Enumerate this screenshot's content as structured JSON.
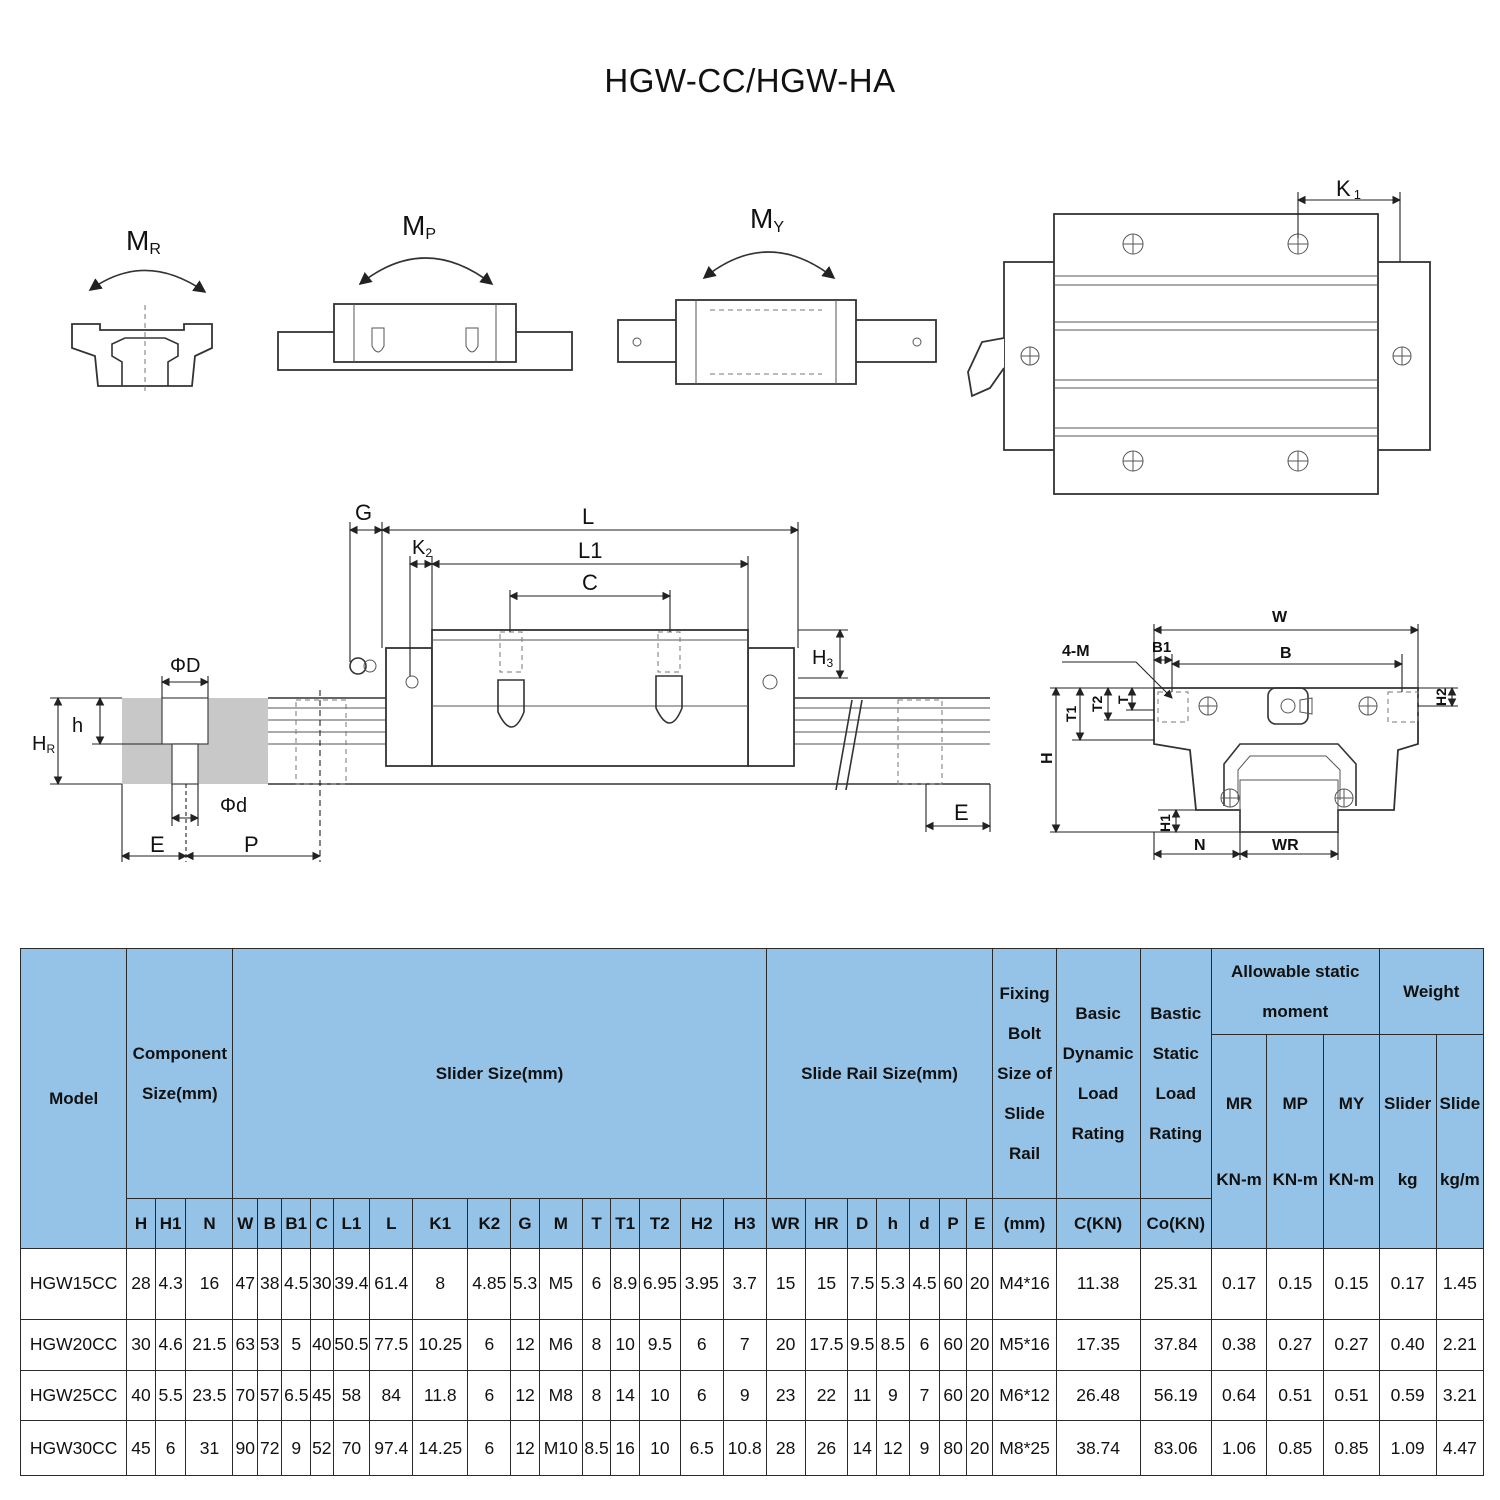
{
  "title": "HGW-CC/HGW-HA",
  "diagram_labels": {
    "mr": "M",
    "mr_sub": "R",
    "mp": "M",
    "mp_sub": "P",
    "my": "M",
    "my_sub": "Y",
    "k1": "K",
    "k1_sub": "1",
    "g": "G",
    "l": "L",
    "k2": "K",
    "k2_sub": "2",
    "l1": "L1",
    "c": "C",
    "h3": "H",
    "h3_sub": "3",
    "phi_big_d": "ΦD",
    "phi_small_d": "Φd",
    "h_small": "h",
    "hr": "H",
    "hr_sub": "R",
    "e_left": "E",
    "p": "P",
    "e_right": "E",
    "w": "W",
    "b1": "B1",
    "b": "B",
    "four_m": "4-M",
    "t1": "T1",
    "t2": "T2",
    "t": "T",
    "h2": "H2",
    "h_big": "H",
    "h1": "H1",
    "n": "N",
    "wr": "WR"
  },
  "table": {
    "group_headers": {
      "model": "Model",
      "component_size": [
        "Component",
        "Size(mm)"
      ],
      "slider_size": "Slider Size(mm)",
      "slide_rail_size": "Slide Rail Size(mm)",
      "fixing_bolt": [
        "Fixing",
        "Bolt",
        "Size of",
        "Slide",
        "Rail"
      ],
      "basic_dynamic": [
        "Basic",
        "Dynamic",
        "Load",
        "Rating"
      ],
      "bastic_static": [
        "Bastic",
        "Static",
        "Load",
        "Rating"
      ],
      "allowable_static_moment": [
        "Allowable static",
        "moment"
      ],
      "weight": "Weight"
    },
    "moment_headers": [
      {
        "name": "MR",
        "unit": "KN-m"
      },
      {
        "name": "MP",
        "unit": "KN-m"
      },
      {
        "name": "MY",
        "unit": "KN-m"
      }
    ],
    "weight_headers": [
      {
        "name": "Slider",
        "unit": "kg"
      },
      {
        "name": "Slide",
        "unit": "kg/m"
      }
    ],
    "column_headers": [
      "H",
      "H1",
      "N",
      "W",
      "B",
      "B1",
      "C",
      "L1",
      "L",
      "K1",
      "K2",
      "G",
      "M",
      "T",
      "T1",
      "T2",
      "H2",
      "H3",
      "WR",
      "HR",
      "D",
      "h",
      "d",
      "P",
      "E",
      "(mm)",
      "C(KN)",
      "Co(KN)"
    ],
    "rows": [
      [
        "HGW15CC",
        "28",
        "4.3",
        "16",
        "47",
        "38",
        "4.5",
        "30",
        "39.4",
        "61.4",
        "8",
        "4.85",
        "5.3",
        "M5",
        "6",
        "8.9",
        "6.95",
        "3.95",
        "3.7",
        "15",
        "15",
        "7.5",
        "5.3",
        "4.5",
        "60",
        "20",
        "M4*16",
        "11.38",
        "25.31",
        "0.17",
        "0.15",
        "0.15",
        "0.17",
        "1.45"
      ],
      [
        "HGW20CC",
        "30",
        "4.6",
        "21.5",
        "63",
        "53",
        "5",
        "40",
        "50.5",
        "77.5",
        "10.25",
        "6",
        "12",
        "M6",
        "8",
        "10",
        "9.5",
        "6",
        "7",
        "20",
        "17.5",
        "9.5",
        "8.5",
        "6",
        "60",
        "20",
        "M5*16",
        "17.35",
        "37.84",
        "0.38",
        "0.27",
        "0.27",
        "0.40",
        "2.21"
      ],
      [
        "HGW25CC",
        "40",
        "5.5",
        "23.5",
        "70",
        "57",
        "6.5",
        "45",
        "58",
        "84",
        "11.8",
        "6",
        "12",
        "M8",
        "8",
        "14",
        "10",
        "6",
        "9",
        "23",
        "22",
        "11",
        "9",
        "7",
        "60",
        "20",
        "M6*12",
        "26.48",
        "56.19",
        "0.64",
        "0.51",
        "0.51",
        "0.59",
        "3.21"
      ],
      [
        "HGW30CC",
        "45",
        "6",
        "31",
        "90",
        "72",
        "9",
        "52",
        "70",
        "97.4",
        "14.25",
        "6",
        "12",
        "M10",
        "8.5",
        "16",
        "10",
        "6.5",
        "10.8",
        "28",
        "26",
        "14",
        "12",
        "9",
        "80",
        "20",
        "M8*25",
        "38.74",
        "83.06",
        "1.06",
        "0.85",
        "0.85",
        "1.09",
        "4.47"
      ]
    ]
  }
}
